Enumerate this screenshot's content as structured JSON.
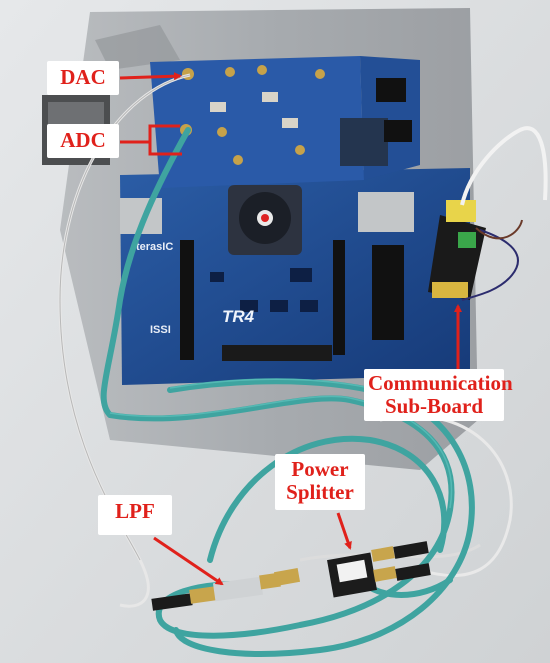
{
  "labels": {
    "dac": "DAC",
    "adc": "ADC",
    "communication_line1": "Communication",
    "communication_line2": "Sub-Board",
    "power_line1": "Power",
    "power_line2": "Splitter",
    "lpf": "LPF"
  },
  "board_markings": {
    "terasic": "terasIC",
    "issi": "ISSI",
    "tr4": "TR4"
  },
  "colors": {
    "label_text": "#e0211b",
    "arrow": "#e0211b",
    "pcb": "#1e4a8f",
    "cable": "#3fa4a0"
  }
}
